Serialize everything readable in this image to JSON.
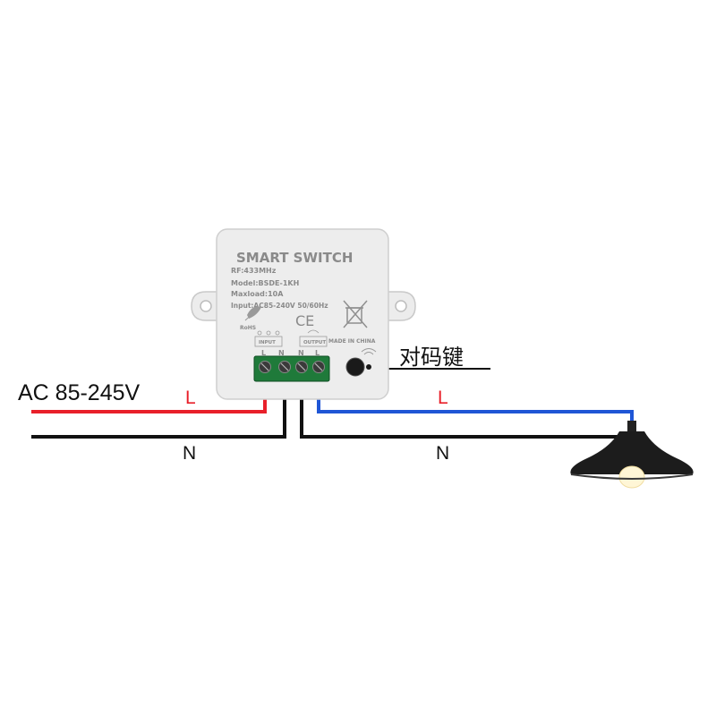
{
  "device": {
    "title": "SMART SWITCH",
    "rf": "RF:433MHz",
    "model": "Model:BSDE-1KH",
    "maxload": "Maxload:10A",
    "input": "Input:AC85-240V 50/60Hz",
    "ce": "CE",
    "rohs": "RoHS",
    "input_tag": "INPUT",
    "output_tag": "OUTPUT",
    "made_in": "MADE IN CHINA",
    "terminals": [
      "L",
      "N",
      "N",
      "L"
    ]
  },
  "labels": {
    "supply": "AC 85-245V",
    "live_in": "L",
    "neutral_in": "N",
    "live_out": "L",
    "neutral_out": "N",
    "pair_button": "对码键"
  },
  "colors": {
    "live_in": "#e8202a",
    "neutral": "#111111",
    "live_out": "#1f56d6",
    "terminal": "#1f7a3a",
    "device_body": "#ededed"
  }
}
